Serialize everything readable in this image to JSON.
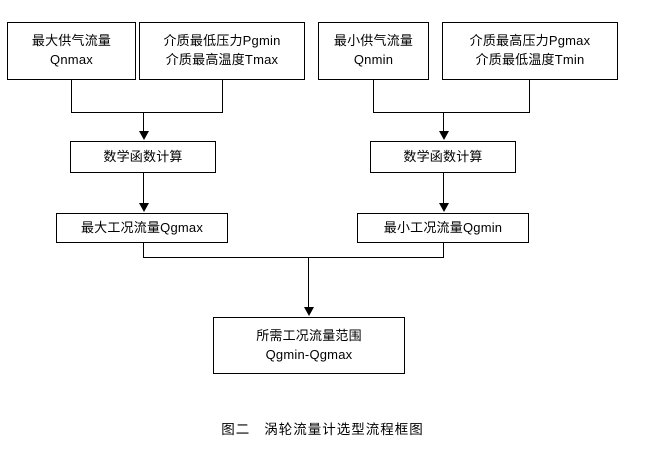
{
  "diagram": {
    "caption_label": "图二",
    "caption_title": "涡轮流量计选型流程框图",
    "colors": {
      "stroke": "#000000",
      "background": "#ffffff",
      "text": "#000000"
    },
    "nodes": {
      "qnmax": {
        "line1": "最大供气流量",
        "line2": "Qnmax"
      },
      "pgmin": {
        "line1": "介质最低压力Pgmin",
        "line2": "介质最高温度Tmax"
      },
      "qnmin": {
        "line1": "最小供气流量",
        "line2": "Qnmin"
      },
      "pgmax": {
        "line1": "介质最高压力Pgmax",
        "line2": "介质最低温度Tmin"
      },
      "calc_left": {
        "line1": "数学函数计算"
      },
      "calc_right": {
        "line1": "数学函数计算"
      },
      "qgmax": {
        "line1": "最大工况流量Qgmax"
      },
      "qgmin": {
        "line1": "最小工况流量Qgmin"
      },
      "range": {
        "line1": "所需工况流量范围",
        "line2": "Qgmin-Qgmax"
      }
    }
  }
}
